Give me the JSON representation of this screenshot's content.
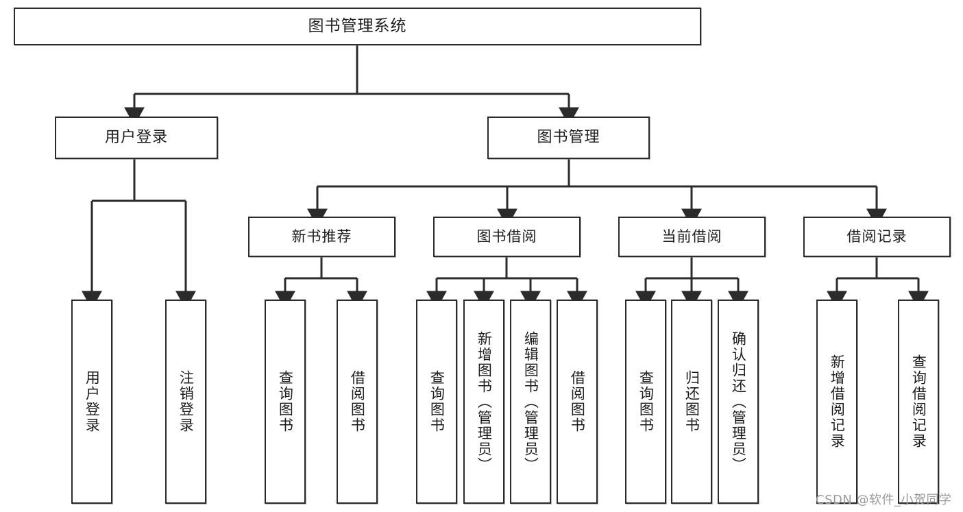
{
  "diagram": {
    "title": "图书管理系统",
    "type": "tree",
    "watermark": "CSDN @软件_小贺同学",
    "colors": {
      "border": "#2b2b2b",
      "background": "#ffffff",
      "text": "#1c1c1c",
      "connector": "#2b2b2b",
      "watermark": "#9a9a9a"
    },
    "nodes": {
      "root": {
        "label": "图书管理系统"
      },
      "level2": [
        {
          "label": "用户登录"
        },
        {
          "label": "图书管理"
        }
      ],
      "level3": [
        {
          "label": "新书推荐"
        },
        {
          "label": "图书借阅"
        },
        {
          "label": "当前借阅"
        },
        {
          "label": "借阅记录"
        }
      ],
      "leaves": {
        "user_login": [
          {
            "label": "用户登录"
          },
          {
            "label": "注销登录"
          }
        ],
        "new_book_recommend": [
          {
            "label": "查询图书"
          },
          {
            "label": "借阅图书"
          }
        ],
        "book_borrow": [
          {
            "label": "查询图书"
          },
          {
            "label": "新增图书（管理员）"
          },
          {
            "label": "编辑图书（管理员）"
          },
          {
            "label": "借阅图书"
          }
        ],
        "current_borrow": [
          {
            "label": "查询图书"
          },
          {
            "label": "归还图书"
          },
          {
            "label": "确认归还（管理员）"
          }
        ],
        "borrow_record": [
          {
            "label": "新增借阅记录"
          },
          {
            "label": "查询借阅记录"
          }
        ]
      }
    }
  }
}
